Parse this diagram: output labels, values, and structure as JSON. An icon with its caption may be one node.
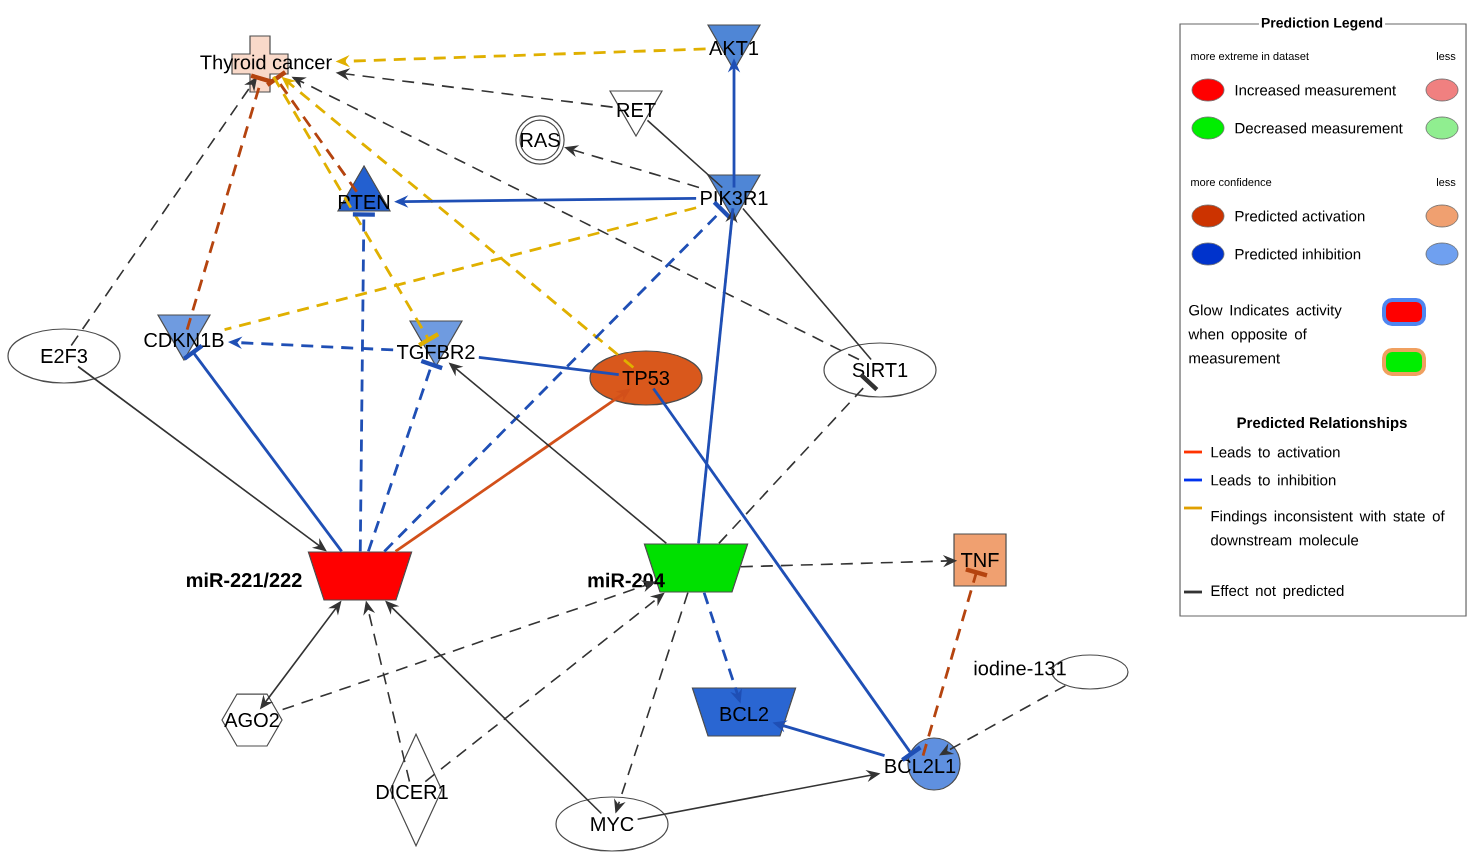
{
  "diagram": {
    "nodes": [
      {
        "text": [
          "Thyroid cancer"
        ]
      },
      {
        "text": [
          "AKT1"
        ]
      },
      {
        "text": [
          "RET"
        ]
      },
      {
        "text": [
          "RAS"
        ]
      },
      {
        "text": [
          "PTEN"
        ]
      },
      {
        "text": [
          "PIK3R1"
        ]
      },
      {
        "text": [
          "E2F3"
        ]
      },
      {
        "text": [
          "CDKN1B"
        ]
      },
      {
        "text": [
          "TGFBR2"
        ]
      },
      {
        "text": [
          "TP53"
        ]
      },
      {
        "text": [
          "SIRT1"
        ]
      },
      {
        "text": [
          "miR-221/222"
        ]
      },
      {
        "text": [
          "miR-204"
        ]
      },
      {
        "text": [
          "TNF"
        ]
      },
      {
        "text": [
          "AGO2"
        ]
      },
      {
        "text": [
          "DICER1"
        ]
      },
      {
        "text": [
          "MYC"
        ]
      },
      {
        "text": [
          "BCL2"
        ]
      },
      {
        "text": [
          "BCL2L1"
        ]
      },
      {
        "text": [
          "iodine-131"
        ]
      }
    ],
    "edges": [
      {
        "from": 1,
        "to": 0,
        "arrow": "to",
        "style": "dashed",
        "color": "#e0b000"
      },
      {
        "from": 2,
        "to": 0,
        "arrow": "to",
        "style": "dashed"
      },
      {
        "from": 10,
        "to": 0,
        "arrow": "to",
        "style": "dashed"
      },
      {
        "from": 6,
        "to": 0,
        "arrow": "to",
        "style": "dashed"
      },
      {
        "from": 7,
        "to": 0,
        "arrow": "other",
        "style": "dashed",
        "color": "#b5440f"
      },
      {
        "from": 4,
        "to": 0,
        "arrow": "other",
        "style": "dashed",
        "color": "#b5440f"
      },
      {
        "from": 0,
        "to": 8,
        "arrow": "other",
        "style": "dashed",
        "color": "#e0b000"
      },
      {
        "from": 9,
        "to": 0,
        "arrow": "to",
        "style": "dashed",
        "color": "#e0b000"
      },
      {
        "from": 5,
        "to": 7,
        "arrow": "none",
        "style": "dashed",
        "color": "#e0b000"
      },
      {
        "from": 5,
        "to": 1,
        "arrow": "to",
        "color": "#1f4fb5"
      },
      {
        "from": 5,
        "to": 3,
        "arrow": "to",
        "style": "dashed"
      },
      {
        "from": 2,
        "to": 5,
        "arrow": "none"
      },
      {
        "from": 5,
        "to": 10,
        "arrow": "none"
      },
      {
        "from": 5,
        "to": 4,
        "arrow": "to",
        "color": "#1f4fb5"
      },
      {
        "from": 11,
        "to": 7,
        "arrow": "other",
        "color": "#1f4fb5"
      },
      {
        "from": 11,
        "to": 4,
        "arrow": "other",
        "style": "dashed",
        "color": "#1f4fb5"
      },
      {
        "from": 11,
        "to": 8,
        "arrow": "other",
        "style": "dashed",
        "color": "#1f4fb5"
      },
      {
        "from": 11,
        "to": 5,
        "arrow": "other",
        "style": "dashed",
        "color": "#1f4fb5"
      },
      {
        "from": 11,
        "to": 9,
        "arrow": "to",
        "color": "#d2501a"
      },
      {
        "from": 6,
        "to": 11,
        "arrow": "to"
      },
      {
        "from": 14,
        "to": 11,
        "arrow": "both"
      },
      {
        "from": 15,
        "to": 11,
        "arrow": "to",
        "style": "dashed"
      },
      {
        "from": 16,
        "to": 11,
        "arrow": "to"
      },
      {
        "from": 8,
        "to": 7,
        "arrow": "to",
        "style": "dashed",
        "color": "#1f4fb5"
      },
      {
        "from": 9,
        "to": 8,
        "arrow": "none",
        "color": "#1f4fb5"
      },
      {
        "from": 12,
        "to": 8,
        "arrow": "to"
      },
      {
        "from": 12,
        "to": 13,
        "arrow": "to",
        "style": "dashed"
      },
      {
        "from": 12,
        "to": 17,
        "arrow": "to",
        "style": "dashed",
        "color": "#1f4fb5"
      },
      {
        "from": 12,
        "to": 16,
        "arrow": "to",
        "style": "dashed"
      },
      {
        "from": 14,
        "to": 12,
        "arrow": "to",
        "style": "dashed"
      },
      {
        "from": 15,
        "to": 12,
        "arrow": "to",
        "style": "dashed"
      },
      {
        "from": 12,
        "to": 10,
        "arrow": "other",
        "style": "dashed"
      },
      {
        "from": 12,
        "to": 5,
        "arrow": "to",
        "style": "dashed"
      },
      {
        "from": 5,
        "to": 12,
        "arrow": "none",
        "color": "#1f4fb5"
      },
      {
        "from": 18,
        "to": 17,
        "arrow": "to",
        "color": "#1f4fb5"
      },
      {
        "from": 18,
        "to": 13,
        "arrow": "other",
        "style": "dashed",
        "color": "#b5440f"
      },
      {
        "from": 19,
        "to": 18,
        "arrow": "to",
        "style": "dashed"
      },
      {
        "from": 16,
        "to": 18,
        "arrow": "to"
      },
      {
        "from": 9,
        "to": 18,
        "arrow": "other",
        "color": "#1f4fb5"
      }
    ],
    "labels": [
      "Prediction Legend",
      "more extreme in dataset",
      "less",
      "more confidence",
      "less",
      "Predicted Relationships"
    ],
    "legend": [
      {
        "text": "Increased measurement",
        "color": "#ff0000"
      },
      {
        "text": "Decreased measurement",
        "color": "#00ee00"
      },
      {
        "text": "Predicted activation",
        "color": "#cc3300"
      },
      {
        "text": "Predicted inhibition",
        "color": "#0033cc"
      },
      {
        "text": "Glow Indicates activity when opposite of measurement"
      },
      {
        "text": "Leads to activation"
      },
      {
        "text": "Leads to inhibition"
      },
      {
        "text": "Findings inconsistent with state of downstream molecule"
      },
      {
        "text": "Effect not predicted"
      }
    ]
  }
}
